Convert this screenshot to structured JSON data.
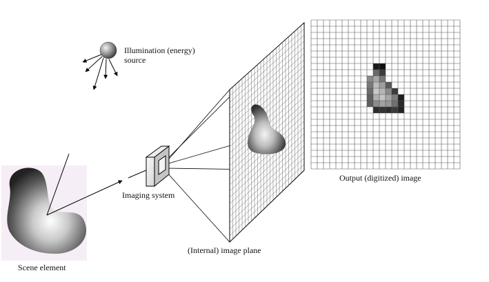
{
  "labels": {
    "illumination_line1": "Illumination (energy)",
    "illumination_line2": "source",
    "output_image": "Output (digitized) image",
    "imaging_system": "Imaging system",
    "image_plane": "(Internal) image plane",
    "scene_element": "Scene element"
  },
  "output_image_pixels": {
    "grid_columns": 24,
    "grid_rows": 24,
    "cells": [
      {
        "col": 10,
        "row": 7,
        "shade": "#1a1a1a"
      },
      {
        "col": 11,
        "row": 7,
        "shade": "#111111"
      },
      {
        "col": 10,
        "row": 8,
        "shade": "#6a6a6a"
      },
      {
        "col": 11,
        "row": 8,
        "shade": "#3c3c3c"
      },
      {
        "col": 9,
        "row": 9,
        "shade": "#8a8a8a"
      },
      {
        "col": 10,
        "row": 9,
        "shade": "#a8a8a8"
      },
      {
        "col": 11,
        "row": 9,
        "shade": "#777777"
      },
      {
        "col": 9,
        "row": 10,
        "shade": "#7a7a7a"
      },
      {
        "col": 10,
        "row": 10,
        "shade": "#bdbdbd"
      },
      {
        "col": 11,
        "row": 10,
        "shade": "#a0a0a0"
      },
      {
        "col": 12,
        "row": 10,
        "shade": "#595959"
      },
      {
        "col": 9,
        "row": 11,
        "shade": "#6d6d6d"
      },
      {
        "col": 10,
        "row": 11,
        "shade": "#c8c8c8"
      },
      {
        "col": 11,
        "row": 11,
        "shade": "#b5b5b5"
      },
      {
        "col": 12,
        "row": 11,
        "shade": "#8a8a8a"
      },
      {
        "col": 13,
        "row": 11,
        "shade": "#3a3a3a"
      },
      {
        "col": 9,
        "row": 12,
        "shade": "#606060"
      },
      {
        "col": 10,
        "row": 12,
        "shade": "#b0b0b0"
      },
      {
        "col": 11,
        "row": 12,
        "shade": "#c4c4c4"
      },
      {
        "col": 12,
        "row": 12,
        "shade": "#a6a6a6"
      },
      {
        "col": 13,
        "row": 12,
        "shade": "#7e7e7e"
      },
      {
        "col": 14,
        "row": 12,
        "shade": "#1e1e1e"
      },
      {
        "col": 9,
        "row": 13,
        "shade": "#5e5e5e"
      },
      {
        "col": 10,
        "row": 13,
        "shade": "#8c8c8c"
      },
      {
        "col": 11,
        "row": 13,
        "shade": "#a2a2a2"
      },
      {
        "col": 12,
        "row": 13,
        "shade": "#989898"
      },
      {
        "col": 13,
        "row": 13,
        "shade": "#707070"
      },
      {
        "col": 14,
        "row": 13,
        "shade": "#2a2a2a"
      },
      {
        "col": 10,
        "row": 14,
        "shade": "#2c2c2c"
      },
      {
        "col": 11,
        "row": 14,
        "shade": "#333333"
      },
      {
        "col": 12,
        "row": 14,
        "shade": "#2e2e2e"
      },
      {
        "col": 13,
        "row": 14,
        "shade": "#3a3a3a"
      },
      {
        "col": 14,
        "row": 14,
        "shade": "#232323"
      }
    ]
  }
}
